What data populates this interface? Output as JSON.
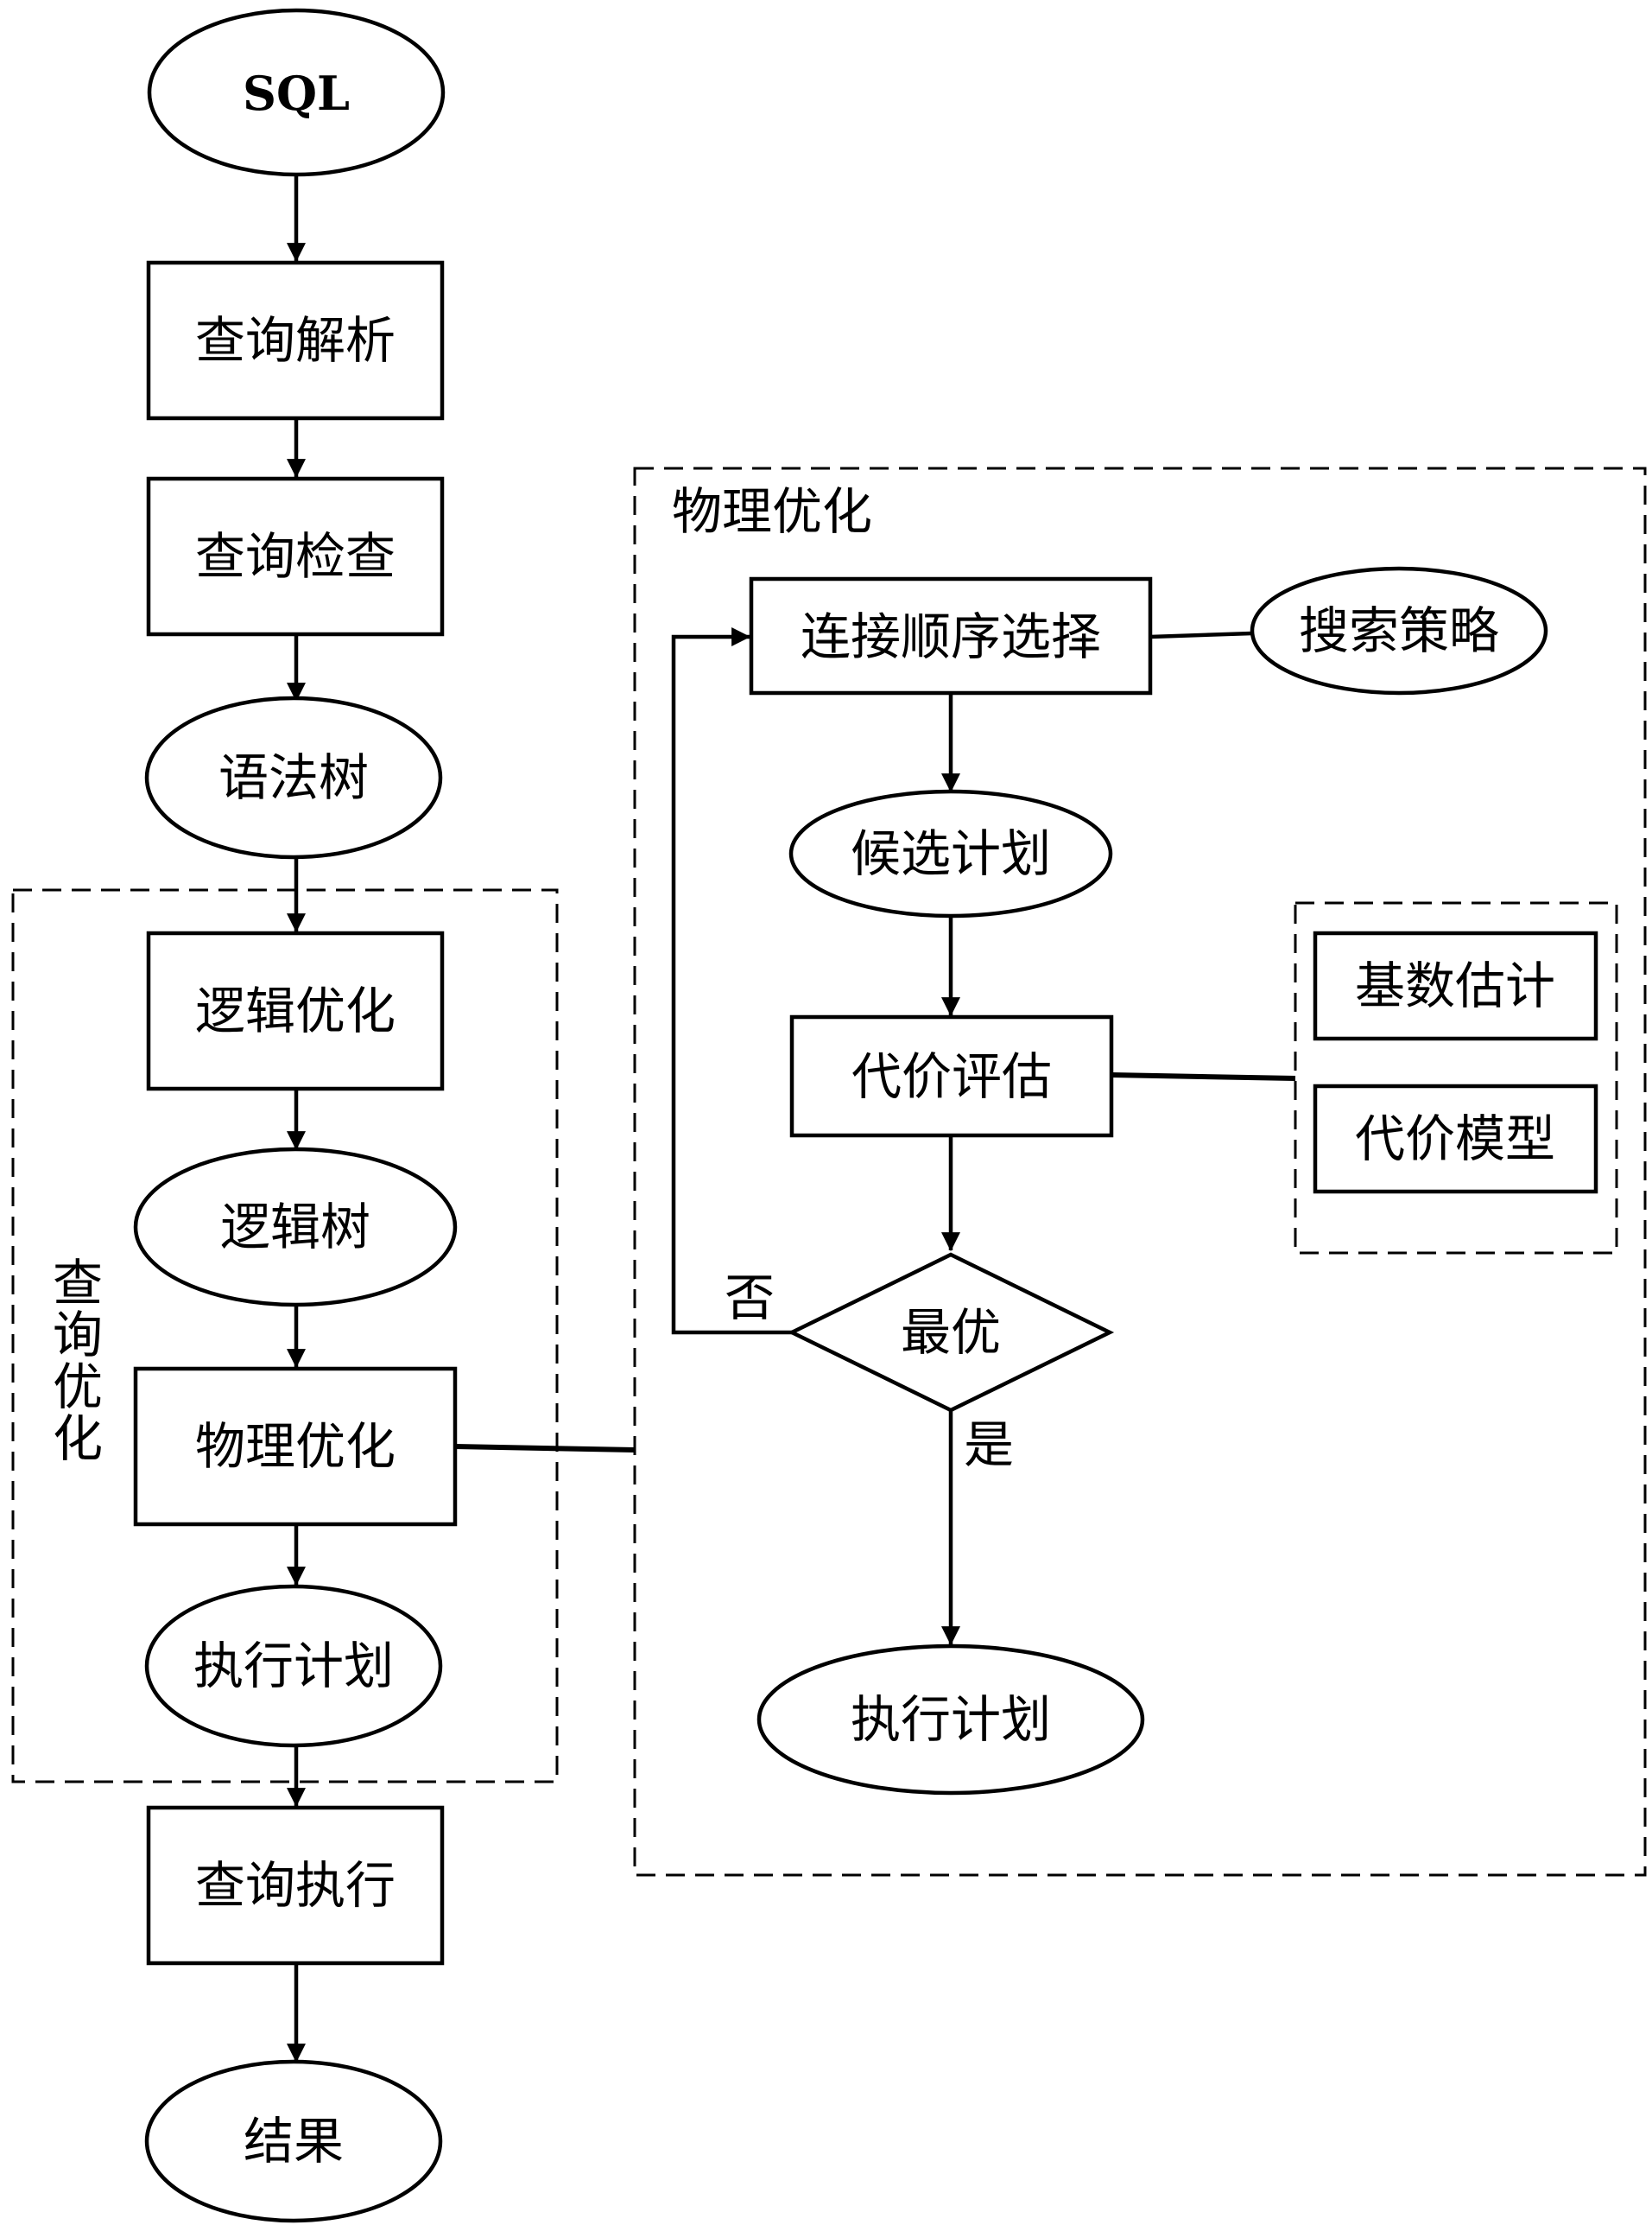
{
  "main_flow": {
    "sql": "SQL",
    "parse": "查询解析",
    "check": "查询检查",
    "syntax_tree": "语法树",
    "logical_opt": "逻辑优化",
    "logical_tree": "逻辑树",
    "physical_opt": "物理优化",
    "exec_plan": "执行计划",
    "query_exec": "查询执行",
    "result": "结果"
  },
  "query_opt_group": {
    "label_chars": [
      "查",
      "询",
      "优",
      "化"
    ]
  },
  "physical_group": {
    "title": "物理优化",
    "join_order": "连接顺序选择",
    "search_strategy": "搜索策略",
    "candidate_plan": "候选计划",
    "cost_eval": "代价评估",
    "cardinality": "基数估计",
    "cost_model": "代价模型",
    "optimal": "最优",
    "no": "否",
    "yes": "是",
    "exec_plan": "执行计划"
  }
}
